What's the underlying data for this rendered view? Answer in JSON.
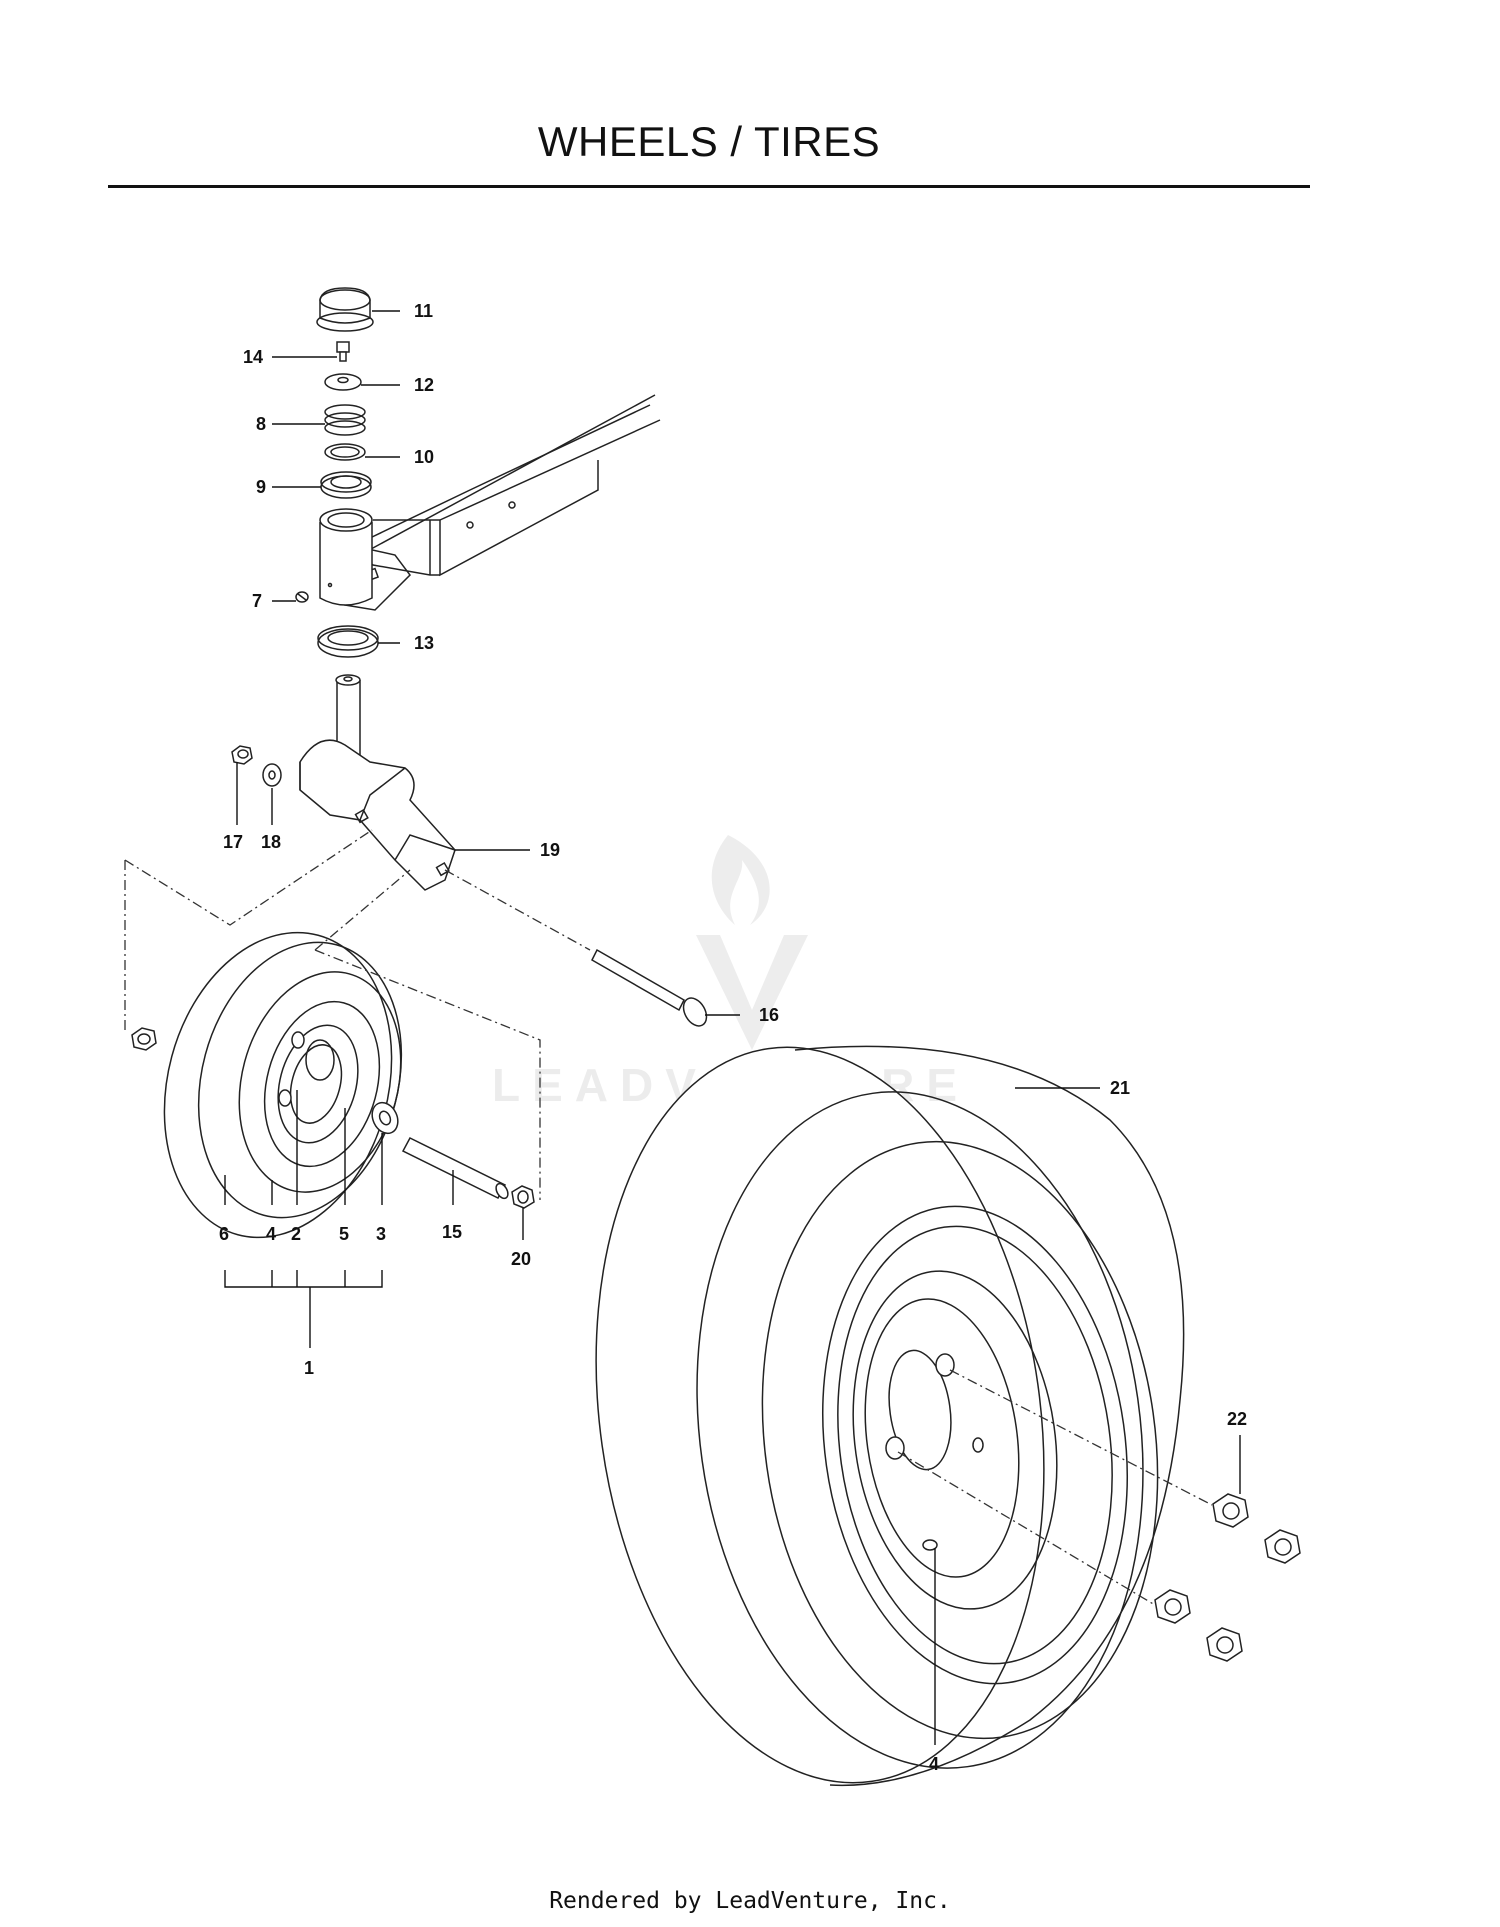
{
  "page": {
    "title": "WHEELS / TIRES",
    "footer": "Rendered by LeadVenture, Inc.",
    "watermark": "LEADVENTURE"
  },
  "callouts": [
    "11",
    "14",
    "12",
    "8",
    "10",
    "9",
    "7",
    "13",
    "17",
    "18",
    "19",
    "16",
    "21",
    "6",
    "4",
    "2",
    "5",
    "3",
    "15",
    "20",
    "1",
    "22",
    "4"
  ]
}
